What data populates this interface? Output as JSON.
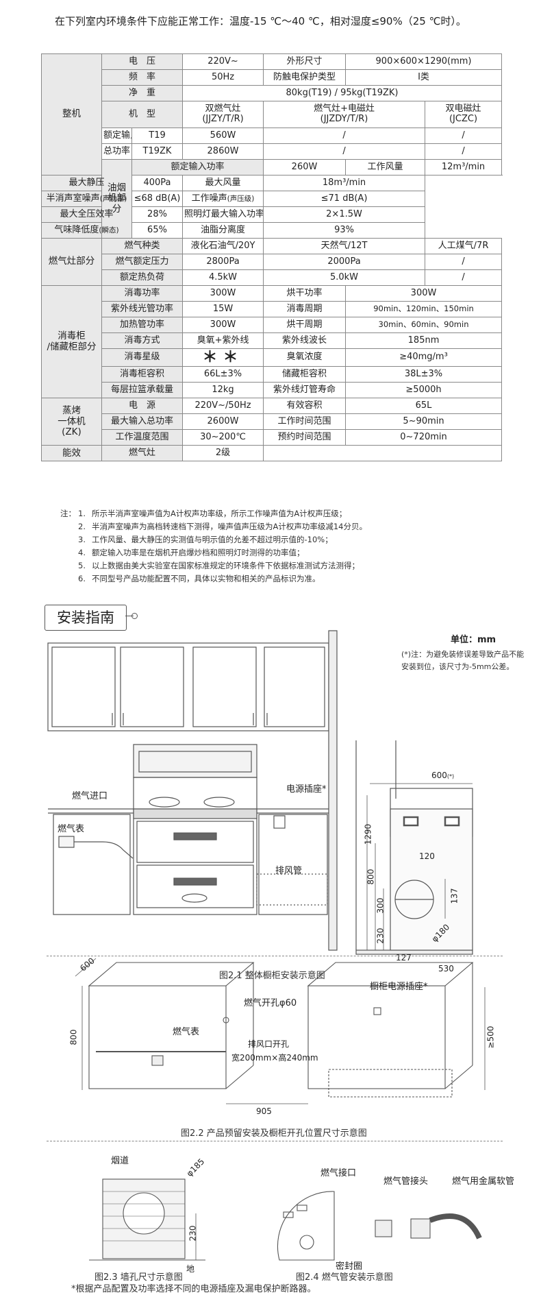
{
  "intro": "在下列室内环境条件下应能正常工作：温度-15 ℃～40 ℃，相对湿度≤90%（25 ℃时）。",
  "table": {
    "zhengji": "整机",
    "dianya": "电　压",
    "dianya_v": "220V~",
    "waixing": "外形尺寸",
    "waixing_v": "900×600×1290(mm)",
    "pinlv": "频　率",
    "pinlv_v": "50Hz",
    "fangchu": "防触电保护类型",
    "fangchu_v": "Ⅰ类",
    "jingzhong": "净　重",
    "jingzhong_v": "80kg(T19) / 95kg(T19ZK)",
    "jixing": "机　型",
    "jixing_a": "双燃气灶\n(JJZY/T/R)",
    "jixing_b": "燃气灶+电磁灶\n(JJZDY/T/R)",
    "jixing_c": "双电磁灶\n(JCZC)",
    "eding1": "额定输入",
    "zonggonglv": "总功率",
    "t19": "T19",
    "t19zk": "T19ZK",
    "t19_v": "560W",
    "t19zk_v": "2860W",
    "slash": "/",
    "youyanji": "油烟机部分",
    "y1": "额定输入功率",
    "y1v": "260W",
    "y2": "工作风量",
    "y2v": "12m³/min",
    "y3": "最大静压",
    "y3v": "400Pa",
    "y4": "最大风量",
    "y4v": "18m³/min",
    "y5": "半消声室噪声",
    "y5s": "(声功率)",
    "y5v": "≤68 dB(A)",
    "y6": "工作噪声",
    "y6s": "(声压级)",
    "y6v": "≤71 dB(A)",
    "y7": "最大全压效率",
    "y7v": "28%",
    "y8": "照明灯最大输入功率",
    "y8v": "2×1.5W",
    "y9": "气味降低度",
    "y9s": "(瞬态)",
    "y9v": "65%",
    "y10": "油脂分离度",
    "y10v": "93%",
    "ranqizao": "燃气灶部分",
    "r1": "燃气种类",
    "r1a": "液化石油气/20Y",
    "r1b": "天然气/12T",
    "r1c": "人工煤气/7R",
    "r2": "燃气额定压力",
    "r2a": "2800Pa",
    "r2b": "2000Pa",
    "r3": "额定热负荷",
    "r3a": "4.5kW",
    "r3b": "5.0kW",
    "xiaodu": "消毒柜\n/储藏柜部分",
    "x1": "消毒功率",
    "x1v": "300W",
    "x2": "烘干功率",
    "x2v": "300W",
    "x3": "紫外线光管功率",
    "x3v": "15W",
    "x4": "消毒周期",
    "x4v": "90min、120min、150min",
    "x5": "加热管功率",
    "x5v": "300W",
    "x6": "烘干周期",
    "x6v": "30min、60min、90min",
    "x7": "消毒方式",
    "x7v": "臭氧+紫外线",
    "x8": "紫外线波长",
    "x8v": "185nm",
    "x9": "消毒星级",
    "x9v": "＊＊",
    "x10": "臭氧浓度",
    "x10v": "≥40mg/m³",
    "x11": "消毒柜容积",
    "x11v": "66L±3%",
    "x12": "储藏柜容积",
    "x12v": "38L±3%",
    "x13": "每层拉篮承载量",
    "x13v": "12kg",
    "x14": "紫外线灯管寿命",
    "x14v": "≥5000h",
    "zhengkao": "蒸烤\n一体机\n(ZK)",
    "z1": "电　源",
    "z1v": "220V~/50Hz",
    "z2": "有效容积",
    "z2v": "65L",
    "z3": "最大输入总功率",
    "z3v": "2600W",
    "z4": "工作时间范围",
    "z4v": "5~90min",
    "z5": "工作温度范围",
    "z5v": "30~200℃",
    "z6": "预约时间范围",
    "z6v": "0~720min",
    "nengxiao": "能效",
    "n1": "燃气灶",
    "n1v": "2级"
  },
  "notes": {
    "prefix": "注：",
    "items": [
      {
        "n": "1.",
        "t": "所示半消声室噪声值为A计权声功率级，所示工作噪声值为A计权声压级；"
      },
      {
        "n": "2.",
        "t": "半消声室噪声为高档转速档下测得，噪声值声压级为A计权声功率级减14分贝。"
      },
      {
        "n": "3.",
        "t": "工作风量、最大静压的实测值与明示值的允差不超过明示值的-10%；"
      },
      {
        "n": "4.",
        "t": "额定输入功率是在烟机开启爆炒档和照明灯时测得的功率值；"
      },
      {
        "n": "5.",
        "t": "以上数据由美大实验室在国家标准规定的环境条件下依据标准测试方法测得；"
      },
      {
        "n": "6.",
        "t": "不同型号产品功能配置不同，具体以实物和相关的产品标识为准。"
      }
    ]
  },
  "install": {
    "title": "安装指南",
    "unit": "单位：mm",
    "side_note": "(*)注：为避免装修误差导致产品不能安装到位，该尺寸为-5mm公差。",
    "fig1": {
      "gas_inlet": "燃气进口",
      "gas_meter": "燃气表",
      "socket": "电源插座*",
      "exhaust": "排风管",
      "d1290": "1290",
      "d800": "800",
      "d300": "300",
      "d230": "230",
      "d600": "600",
      "d600s": "(*)",
      "d120": "120",
      "d137": "137",
      "d180": "φ180",
      "d127": "127",
      "d530": "530",
      "caption": "图2.1  整体橱柜安装示意图"
    },
    "fig2": {
      "d600": "600",
      "d800": "800",
      "gas_meter": "燃气表",
      "gas_hole": "燃气开孔φ60",
      "exhaust_hole": "排风口开孔",
      "exhaust_size": "宽200mm×高240mm",
      "socket": "橱柜电源插座*",
      "d500": "≥500",
      "d905": "905",
      "caption": "图2.2  产品预留安装及橱柜开孔位置尺寸示意图"
    },
    "fig3": {
      "flue": "烟道",
      "d185": "φ185",
      "d230": "230",
      "ground": "地",
      "caption": "图2.3  墙孔尺寸示意图"
    },
    "fig4": {
      "gas_port": "燃气接口",
      "seal": "密封圈",
      "pipe_joint": "燃气管接头",
      "hose": "燃气用金属软管",
      "caption": "图2.4  燃气管安装示意图"
    },
    "footer": "*根据产品配置及功率选择不同的电源插座及漏电保护断路器。"
  }
}
